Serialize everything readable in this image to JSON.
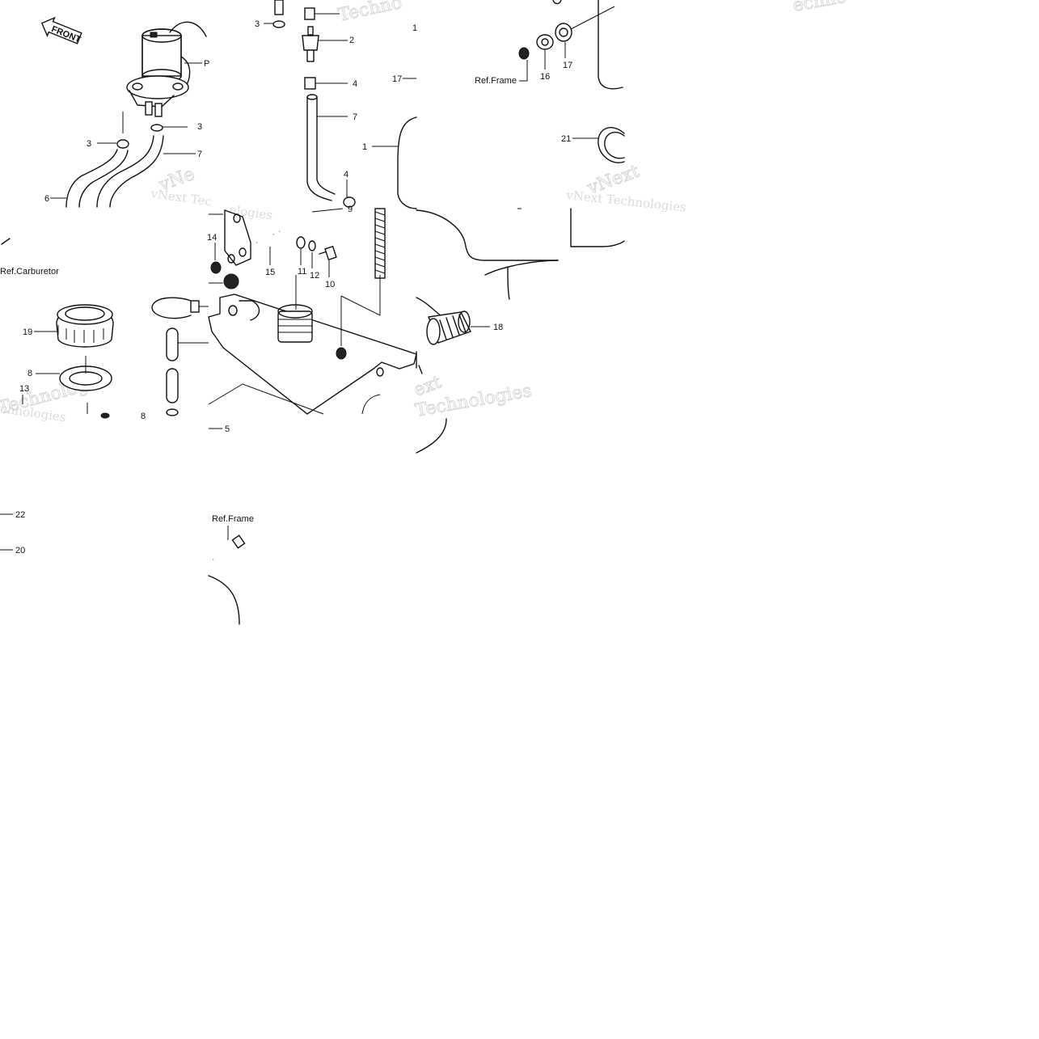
{
  "diagram": {
    "front_badge": "FRONT",
    "refs": {
      "carburetor": "Ref.Carburetor",
      "frame_top": "Ref.Frame",
      "frame_bottom": "Ref.Frame"
    },
    "callouts": {
      "c3_top": "3",
      "c1_top": "1",
      "c2": "2",
      "c4_upper": "4",
      "c17_left": "17",
      "c7_mid": "7",
      "c1_tank": "1",
      "c4_lower": "4",
      "c9": "9",
      "c16": "16",
      "c17_right": "17",
      "c21": "21",
      "c3_pump_right": "3",
      "c3_pump_left": "3",
      "c7_pump": "7",
      "c6": "6",
      "cP_cut": "P",
      "c14": "14",
      "c15": "15",
      "c11": "11",
      "c12": "12",
      "c10": "10",
      "c19": "19",
      "c8_left": "8",
      "c13": "13",
      "c8_cut": "8",
      "c18": "18",
      "c5": "5",
      "c22": "22",
      "c20": "20"
    },
    "watermarks": {
      "wm1": "vNext Tec",
      "wm2": "vNext Technologies",
      "wm3": "Technologies",
      "wm4": "Techno",
      "wm5": "vNe",
      "wm6": "vNext",
      "wm7": "Technologies",
      "wm8": "ext",
      "wm9": "chnologies",
      "wm10": "ologies",
      "wm11": "echno"
    }
  }
}
